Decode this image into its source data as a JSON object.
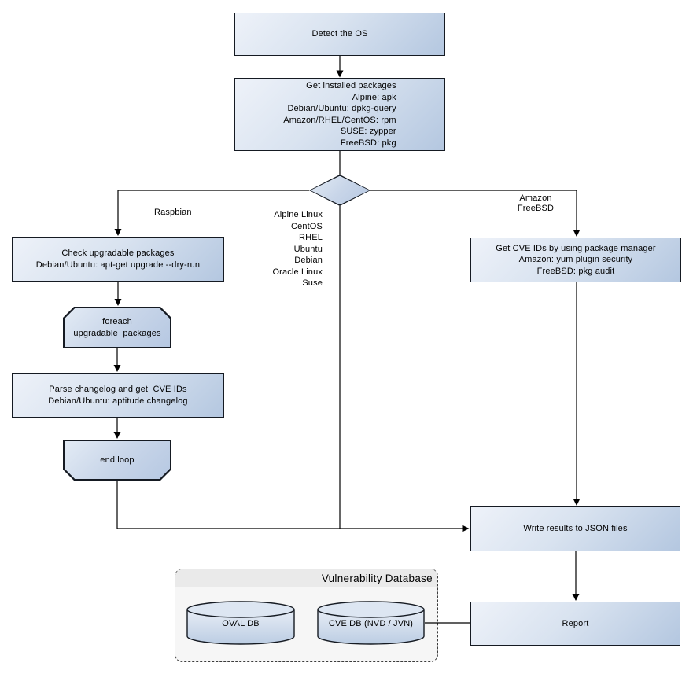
{
  "nodes": {
    "detect_os": {
      "lines": [
        "Detect the OS"
      ]
    },
    "get_packages": {
      "lines": [
        "Get installed packages",
        "Alpine: apk",
        "Debian/Ubuntu: dpkg-query",
        "Amazon/RHEL/CentOS: rpm",
        "SUSE: zypper",
        "FreeBSD: pkg"
      ]
    },
    "check_upgradable": {
      "lines": [
        "Check upgradable packages",
        "Debian/Ubuntu: apt-get upgrade --dry-run"
      ]
    },
    "foreach_loop": {
      "lines": [
        "foreach",
        "upgradable  packages"
      ]
    },
    "parse_changelog": {
      "lines": [
        "Parse changelog and get  CVE IDs",
        "Debian/Ubuntu: aptitude changelog"
      ]
    },
    "end_loop": {
      "lines": [
        "end loop"
      ]
    },
    "get_cve_ids": {
      "lines": [
        "Get CVE IDs by using package manager",
        "Amazon: yum plugin security",
        "FreeBSD: pkg audit"
      ]
    },
    "write_results": {
      "lines": [
        "Write results to JSON files"
      ]
    },
    "report": {
      "lines": [
        "Report"
      ]
    }
  },
  "edge_labels": {
    "raspbian": "Raspbian",
    "center_os_list": [
      "Alpine Linux",
      "CentOS",
      "RHEL",
      "Ubuntu",
      "Debian",
      "Oracle Linux",
      "Suse"
    ],
    "amazon_freebsd": [
      "Amazon",
      "FreeBSD"
    ]
  },
  "database": {
    "title": "Vulnerability Database",
    "cylinders": [
      "OVAL DB",
      "CVE DB (NVD / JVN)"
    ]
  },
  "colors": {
    "node_fill_light": "#eef2f9",
    "node_fill_dark": "#b4c7e0",
    "node_border": "#151a22",
    "db_panel_bg": "#f6f6f6",
    "db_header_bg": "#eaeaea",
    "line": "#000000"
  }
}
